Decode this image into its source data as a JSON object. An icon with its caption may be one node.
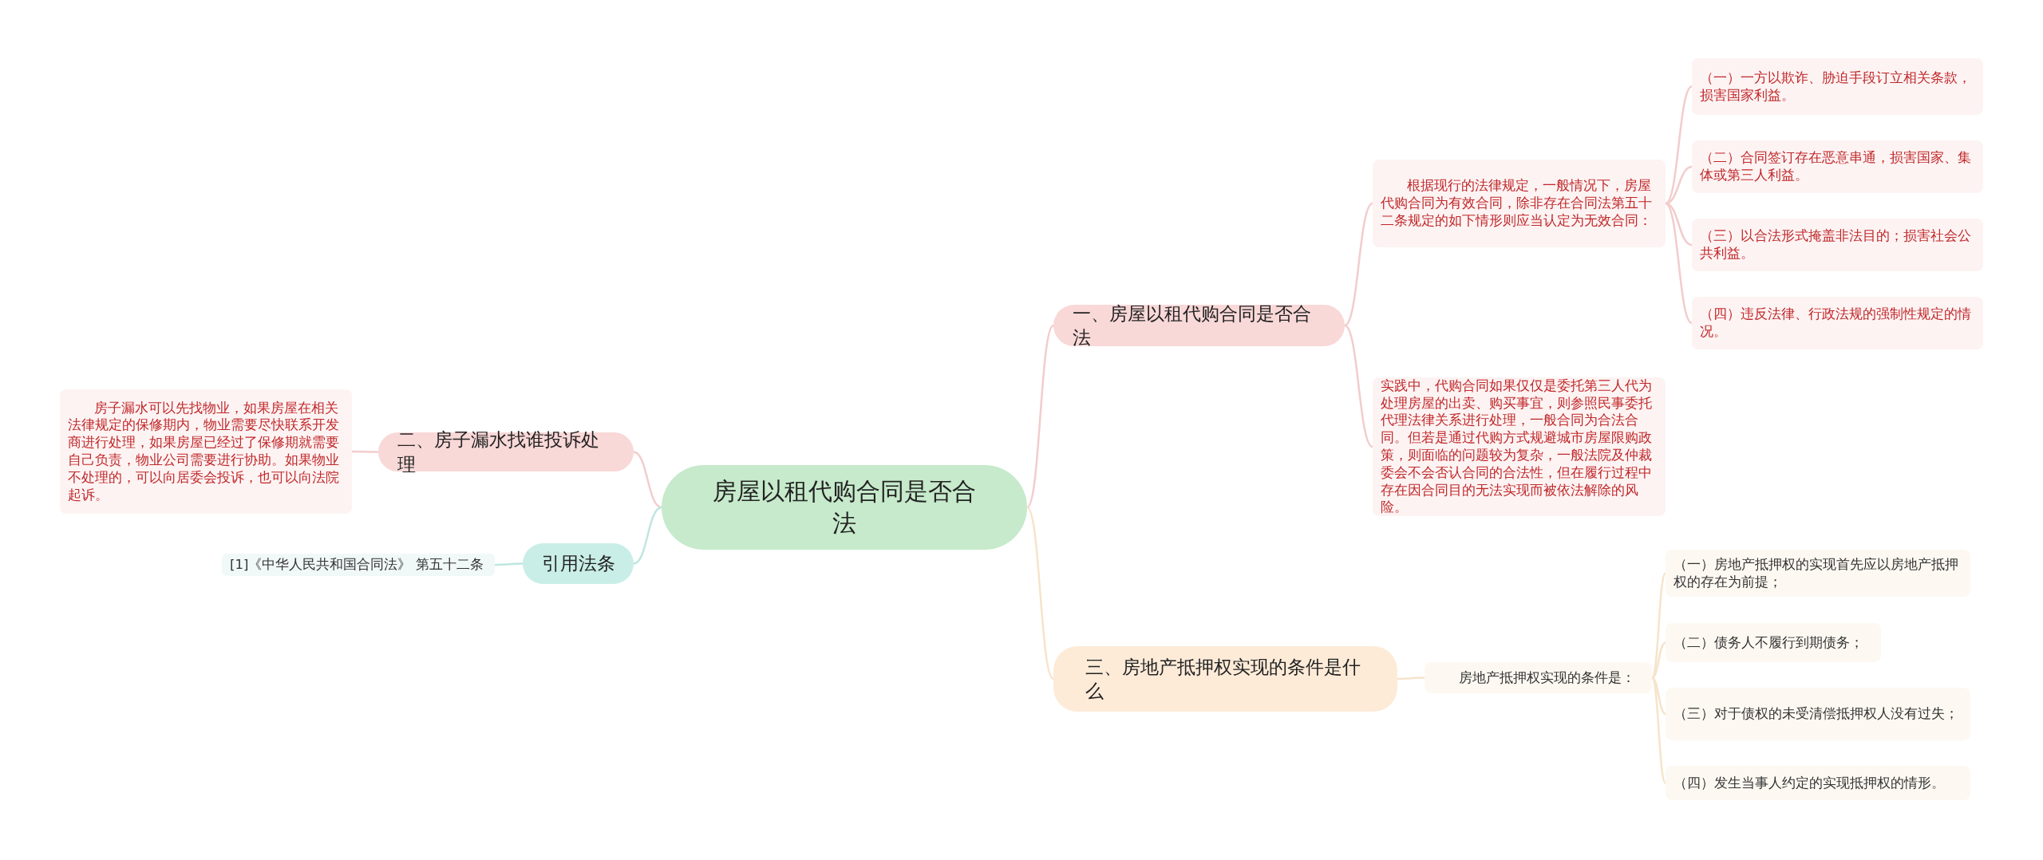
{
  "diagram": {
    "nodes": [
      {
        "text": [
          "房屋以租代购合同是否合法"
        ]
      },
      {
        "text": [
          "一、房屋以租代购合同是否合法"
        ]
      },
      {
        "text": [
          "根据现行的法律规定，一般情况下，房屋代购合同为有效合同，除非存在合同法第五十二条规定的如下情形则应当认定为无效合同："
        ]
      },
      {
        "text": [
          "（一）一方以欺诈、胁迫手段订立相关条款，损害国家利益。"
        ]
      },
      {
        "text": [
          "（二）合同签订存在恶意串通，损害国家、集体或第三人利益。"
        ]
      },
      {
        "text": [
          "（三）以合法形式掩盖非法目的；损害社会公共利益。"
        ]
      },
      {
        "text": [
          "（四）违反法律、行政法规的强制性规定的情况。"
        ]
      },
      {
        "text": [
          "实践中，代购合同如果仅仅是委托第三人代为处理房屋的出卖、购买事宜，则参照民事委托代理法律关系进行处理，一般合同为合法合同。但若是通过代购方式规避城市房屋限购政策，则面临的问题较为复杂，一般法院及仲裁委会不会否认合同的合法性，但在履行过程中存在因合同目的无法实现而被依法解除的风险。"
        ]
      },
      {
        "text": [
          "三、房地产抵押权实现的条件是什么"
        ]
      },
      {
        "text": [
          "房地产抵押权实现的条件是："
        ]
      },
      {
        "text": [
          "（一）房地产抵押权的实现首先应以房地产抵押权的存在为前提；"
        ]
      },
      {
        "text": [
          "（二）债务人不履行到期债务；"
        ]
      },
      {
        "text": [
          "（三）对于债权的未受清偿抵押权人没有过失；"
        ]
      },
      {
        "text": [
          "（四）发生当事人约定的实现抵押权的情形。"
        ]
      },
      {
        "text": [
          "二、房子漏水找谁投诉处理"
        ]
      },
      {
        "text": [
          "房子漏水可以先找物业，如果房屋在相关法律规定的保修期内，物业需要尽快联系开发商进行处理，如果房屋已经过了保修期就需要自己负责，物业公司需要进行协助。如果物业不处理的，可以向居委会投诉，也可以向法院起诉。"
        ]
      },
      {
        "text": [
          "引用法条"
        ]
      },
      {
        "text": [
          "[1]《中华人民共和国合同法》 第五十二条"
        ]
      }
    ],
    "edges": [
      {
        "from": 0,
        "to": 1,
        "arrow": "none"
      },
      {
        "from": 1,
        "to": 2,
        "arrow": "none"
      },
      {
        "from": 2,
        "to": 3,
        "arrow": "none"
      },
      {
        "from": 2,
        "to": 4,
        "arrow": "none"
      },
      {
        "from": 2,
        "to": 5,
        "arrow": "none"
      },
      {
        "from": 2,
        "to": 6,
        "arrow": "none"
      },
      {
        "from": 1,
        "to": 7,
        "arrow": "none"
      },
      {
        "from": 0,
        "to": 8,
        "arrow": "none",
        "color": "#f6e4cb"
      },
      {
        "from": 8,
        "to": 9,
        "arrow": "none",
        "color": "#f6e4cb"
      },
      {
        "from": 9,
        "to": 10,
        "arrow": "none",
        "color": "#f6e4cb"
      },
      {
        "from": 9,
        "to": 11,
        "arrow": "none",
        "color": "#f6e4cb"
      },
      {
        "from": 9,
        "to": 12,
        "arrow": "none",
        "color": "#f6e4cb"
      },
      {
        "from": 9,
        "to": 13,
        "arrow": "none",
        "color": "#f6e4cb"
      },
      {
        "from": 0,
        "to": 14,
        "arrow": "none"
      },
      {
        "from": 14,
        "to": 15,
        "arrow": "none"
      },
      {
        "from": 0,
        "to": 16,
        "arrow": "none",
        "color": "#bfe6df"
      },
      {
        "from": 16,
        "to": 17,
        "arrow": "none",
        "color": "#bfe6df"
      }
    ]
  }
}
